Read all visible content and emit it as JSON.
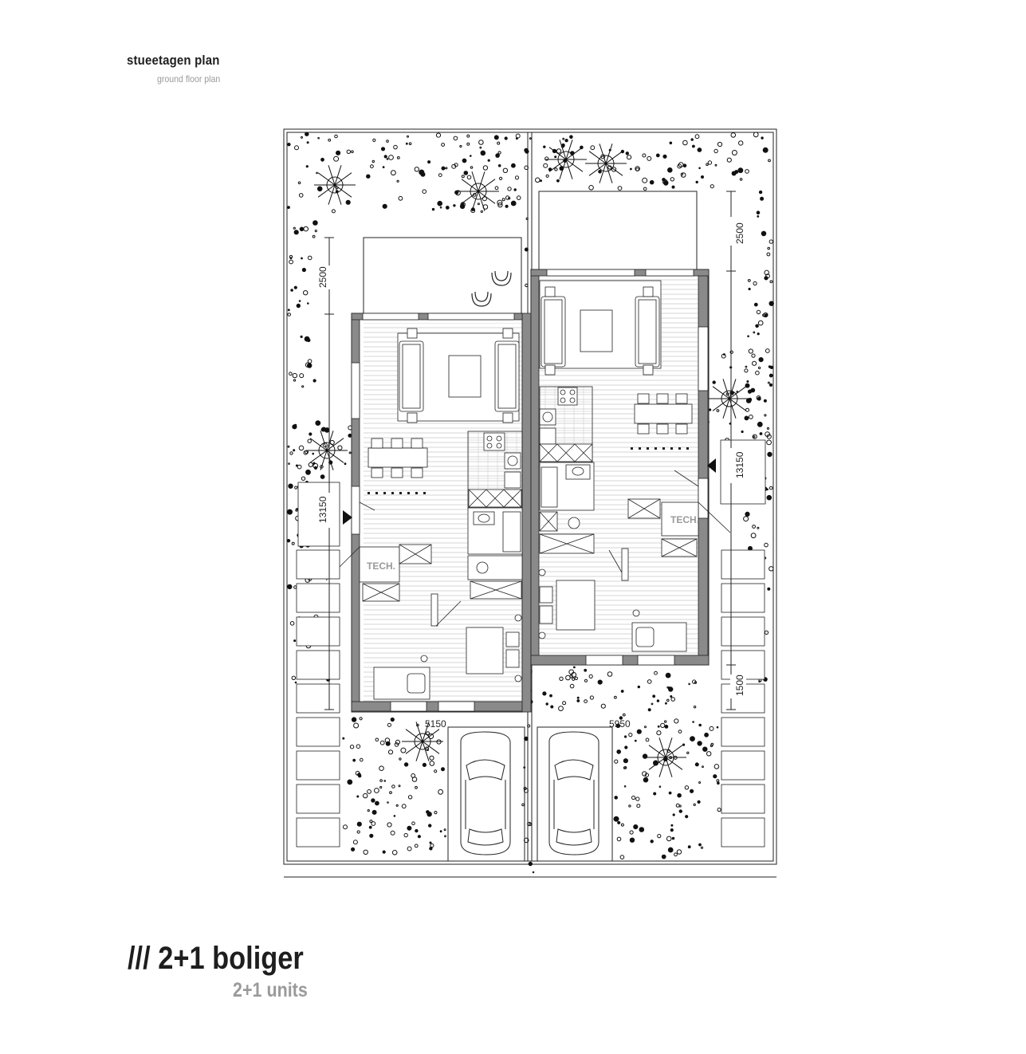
{
  "header": {
    "title": "stueetagen plan",
    "subtitle": "ground floor plan"
  },
  "footer": {
    "title": "/// 2+1 boliger",
    "subtitle": "2+1 units"
  },
  "plan": {
    "room_labels": {
      "tech_left": "TECH.",
      "tech_right": "TECH."
    },
    "dimensions": {
      "left_terrace": "2500",
      "left_length": "13150",
      "left_width": "5150",
      "right_terrace": "2500",
      "right_length": "13150",
      "right_width": "5950",
      "right_rear": "1500"
    },
    "colors": {
      "wall": "#8a8a8a",
      "line": "#222222",
      "floor_hatch": "#bdbdbd"
    }
  }
}
